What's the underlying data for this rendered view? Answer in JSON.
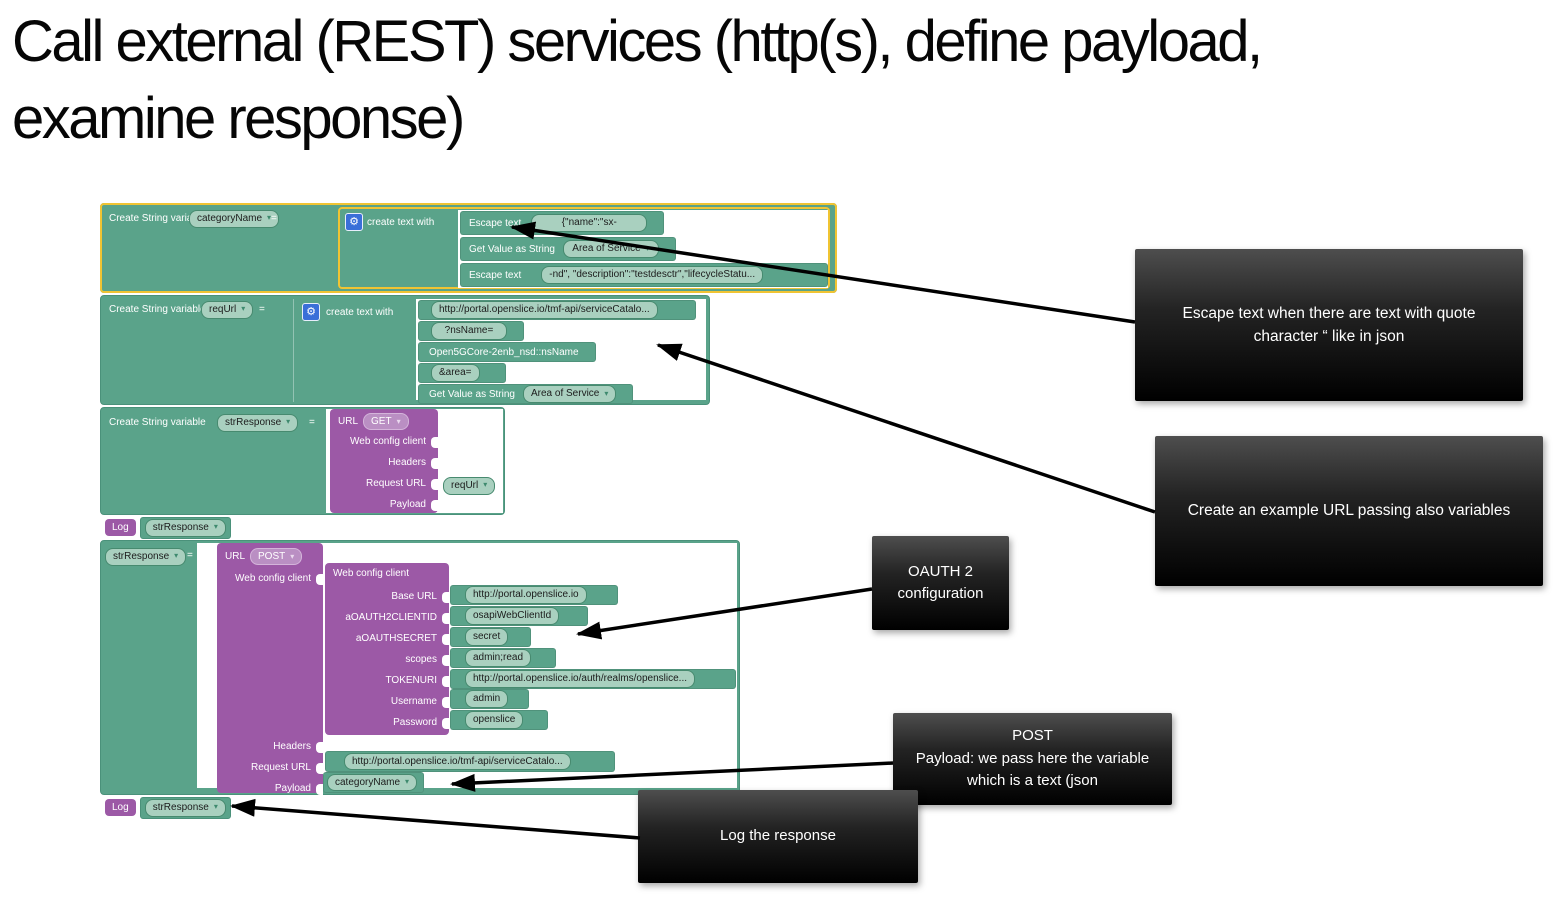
{
  "title": "Call external (REST) services (http(s), define payload, examine response)",
  "ui": {
    "equals": "=",
    "url": "URL"
  },
  "colors": {
    "block_teal": "#5aa38a",
    "chip_green": "#a9d0bf",
    "block_purple": "#9c59a6",
    "chip_purple": "#ba8fc3",
    "selection_yellow": "#f0c433",
    "gear_blue": "#3a6fd8",
    "note_black": "#000000",
    "note_text": "#ffffff"
  },
  "blocks": {
    "group1": {
      "create_label": "Create String variable",
      "variable": "categoryName",
      "join_label": "create text with",
      "rows": [
        {
          "label": "Escape text",
          "chip": "{\"name\":\"sx-"
        },
        {
          "label": "Get Value as String",
          "chip": "Area of Service"
        },
        {
          "label": "Escape text",
          "chip": "-nd\", \"description\":\"testdesctr\",\"lifecycleStatu..."
        }
      ]
    },
    "group2": {
      "create_label": "Create String variable",
      "variable": "reqUrl",
      "join_label": "create text with",
      "rows": [
        {
          "chip": "http://portal.openslice.io/tmf-api/serviceCatalo..."
        },
        {
          "chip": "?nsName="
        },
        {
          "text": "Open5GCore-2enb_nsd::nsName"
        },
        {
          "chip": "&area="
        },
        {
          "label": "Get Value as String",
          "chip": "Area of Service"
        }
      ]
    },
    "group3": {
      "create_label": "Create String variable",
      "variable": "strResponse",
      "method": "GET",
      "params": [
        "Web config client",
        "Headers",
        "Request URL",
        "Payload"
      ],
      "request_url_value": "reqUrl"
    },
    "log1": {
      "label": "Log",
      "value": "strResponse"
    },
    "group4": {
      "variable": "strResponse",
      "method": "POST",
      "web_config_label": "Web config client",
      "config": {
        "title": "Web config client",
        "rows": [
          {
            "label": "Base URL",
            "value": "http://portal.openslice.io"
          },
          {
            "label": "aOAUTH2CLIENTID",
            "value": "osapiWebClientId"
          },
          {
            "label": "aOAUTHSECRET",
            "value": "secret"
          },
          {
            "label": "scopes",
            "value": "admin;read"
          },
          {
            "label": "TOKENURI",
            "value": "http://portal.openslice.io/auth/realms/openslice..."
          },
          {
            "label": "Username",
            "value": "admin"
          },
          {
            "label": "Password",
            "value": "openslice"
          }
        ]
      },
      "headers_label": "Headers",
      "request_url_label": "Request URL",
      "request_url_value": "http://portal.openslice.io/tmf-api/serviceCatalo...",
      "payload_label": "Payload",
      "payload_value": "categoryName"
    },
    "log2": {
      "label": "Log",
      "value": "strResponse"
    }
  },
  "annotations": {
    "escape_text": "Escape text when there are text with quote character “ like in json",
    "example_url": "Create an example URL passing also variables",
    "oauth": "OAUTH 2 configuration",
    "post_payload": {
      "line1": "POST",
      "line2": "Payload: we pass here the variable which is a text (json"
    },
    "log_response": "Log the response"
  }
}
